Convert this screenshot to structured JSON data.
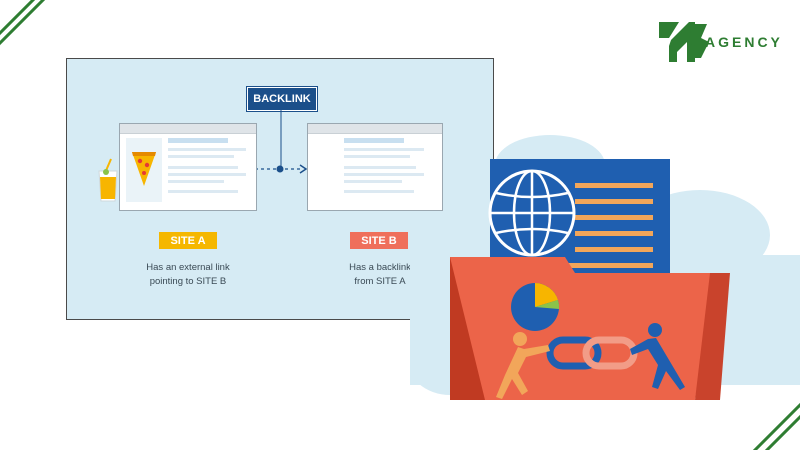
{
  "brand": {
    "logo_text": "AGENCY",
    "accent_color": "#2e7d32"
  },
  "diagram": {
    "backlink_label": "BACKLINK",
    "site_a": {
      "label": "SITE A",
      "description_line1": "Has an external link",
      "description_line2": "pointing to SITE B",
      "label_color": "#f5b700"
    },
    "site_b": {
      "label": "SITE B",
      "description_line1": "Has a backlink",
      "description_line2": "from SITE A",
      "label_color": "#ef6f5b"
    },
    "panel_color": "#d6ebf4",
    "tag_color": "#1b4f8a"
  },
  "illustration": {
    "icons": [
      "globe-icon",
      "pie-chart-icon",
      "chain-link-icon",
      "folder-icon",
      "document-icon",
      "pizza-icon",
      "juice-glass-icon"
    ]
  }
}
